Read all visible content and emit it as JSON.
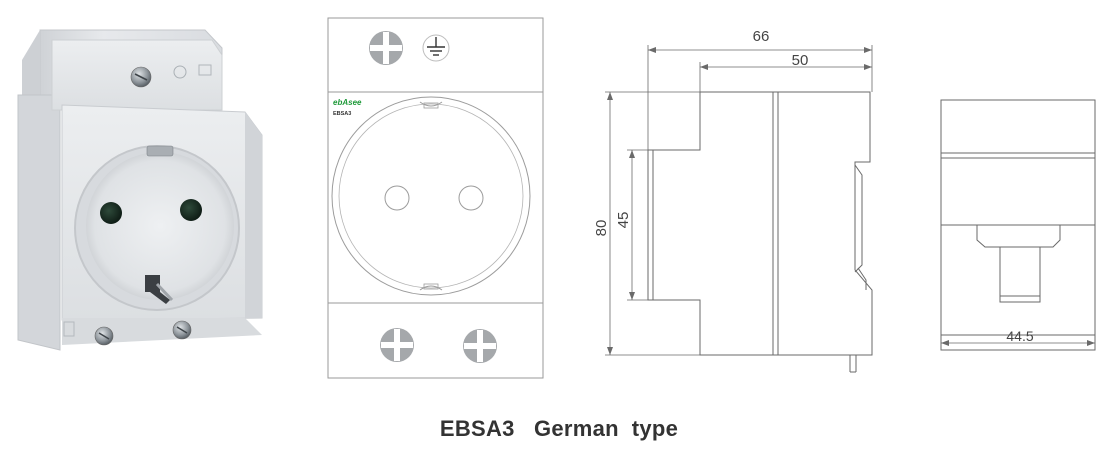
{
  "caption": "EBSA3   German  type",
  "front_view": {
    "brand": "ebAsee",
    "model": "EBSA3"
  },
  "side_view": {
    "dim_total_depth": "66",
    "dim_body_depth": "50",
    "dim_height": "80",
    "dim_front_height": "45"
  },
  "end_view": {
    "dim_width": "44.5"
  },
  "icons": {
    "ground": "ground-icon",
    "screw": "screw-head-icon"
  },
  "colors": {
    "brand_green": "#1f9a3a",
    "socket_body": "#e4e6e9",
    "drawing_line": "#6a6a6a"
  }
}
